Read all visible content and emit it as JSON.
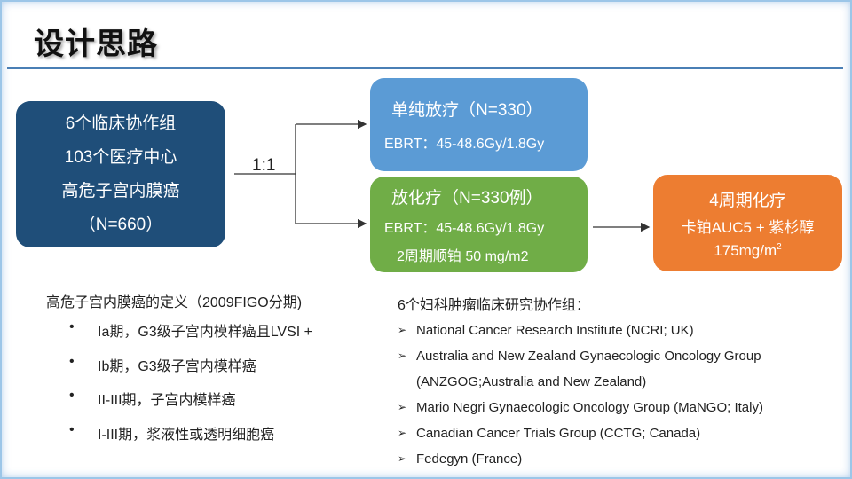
{
  "slide": {
    "title": "设计思路"
  },
  "cohort_box": {
    "lines": [
      "6个临床协作组",
      "103个医疗中心",
      "高危子宫内膜癌",
      "（N=660）"
    ]
  },
  "randomization": {
    "ratio": "1:1"
  },
  "rt_arm": {
    "title": "单纯放疗（N=330）",
    "detail": "EBRT：45-48.6Gy/1.8Gy"
  },
  "crt_arm": {
    "title": "放化疗（N=330例）",
    "detail": "EBRT：45-48.6Gy/1.8Gy",
    "detail2": "2周期顺铂 50 mg/m2"
  },
  "chemo_box": {
    "title": "4周期化疗",
    "line2": "卡铂AUC5 + 紫杉醇",
    "line3_main": "175mg/m",
    "line3_sup": "2"
  },
  "definition": {
    "title": "高危子宫内膜癌的定义（2009FIGO分期)",
    "bullet_symbol": "•",
    "items": [
      "Ia期，G3级子宫内模样癌且LVSI +",
      "Ib期，G3级子宫内模样癌",
      "II-III期，子宫内模样癌",
      "I-III期，浆液性或透明细胞癌"
    ]
  },
  "groups": {
    "title": "6个妇科肿瘤临床研究协作组：",
    "bullet_symbol": "➢",
    "items": [
      "National Cancer Research Institute (NCRI; UK)",
      "Australia and New Zealand Gynaecologic Oncology Group",
      "Mario Negri Gynaecologic Oncology Group (MaNGO; Italy)",
      "Canadian Cancer Trials Group (CCTG; Canada)",
      "Fedegyn (France)"
    ],
    "item2_continuation": "(ANZGOG;Australia and New Zealand)"
  },
  "colors": {
    "cohort": "#1f4e79",
    "rt_arm": "#5b9bd5",
    "crt_arm": "#70ad47",
    "chemo": "#ed7d31",
    "title_rule": "#4a7fb5"
  }
}
